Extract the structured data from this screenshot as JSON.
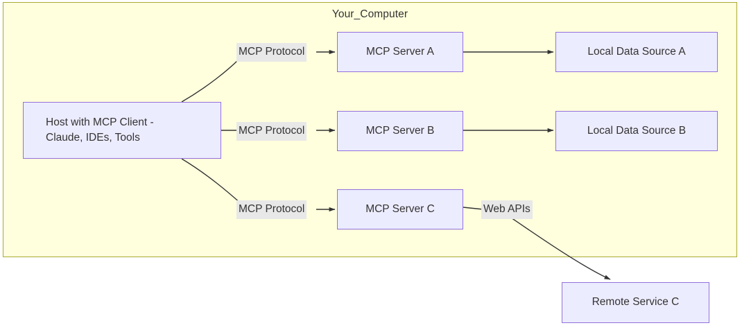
{
  "diagram": {
    "type": "flowchart",
    "direction": "left-to-right",
    "subgraph": {
      "title": "Your_Computer",
      "fill_color": "#ffffde",
      "border_color": "#aaaa33"
    },
    "node_style": {
      "fill_color": "#ececff",
      "border_color": "#9370db",
      "text_color": "#333333"
    },
    "edge_label_style": {
      "fill_color": "#e8e8e8",
      "text_color": "#333333"
    },
    "edge_color": "#333333"
  },
  "nodes": {
    "host": "Host with MCP Client -\nClaude, IDEs, Tools",
    "server_a": "MCP Server A",
    "server_b": "MCP Server B",
    "server_c": "MCP Server C",
    "source_a": "Local Data Source A",
    "source_b": "Local Data Source B",
    "remote_c": "Remote Service C"
  },
  "edge_labels": {
    "protocol_a": "MCP Protocol",
    "protocol_b": "MCP Protocol",
    "protocol_c": "MCP Protocol",
    "web_apis": "Web APIs"
  },
  "edges": [
    {
      "from": "host",
      "to": "server_a",
      "label": "MCP Protocol"
    },
    {
      "from": "host",
      "to": "server_b",
      "label": "MCP Protocol"
    },
    {
      "from": "host",
      "to": "server_c",
      "label": "MCP Protocol"
    },
    {
      "from": "server_a",
      "to": "source_a",
      "label": ""
    },
    {
      "from": "server_b",
      "to": "source_b",
      "label": ""
    },
    {
      "from": "server_c",
      "to": "remote_c",
      "label": "Web APIs"
    }
  ]
}
